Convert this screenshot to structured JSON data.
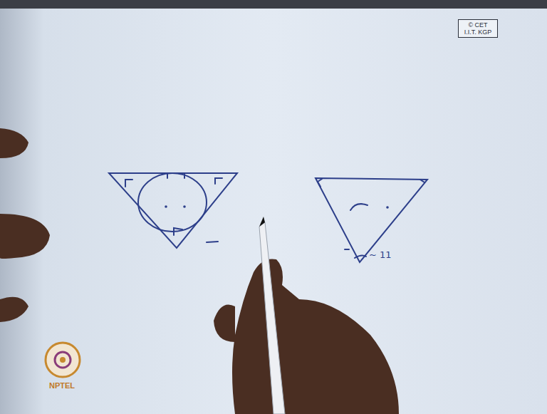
{
  "diagram": {
    "nodes": [
      {
        "text": [
          "© CET I.I.T. KGP"
        ]
      }
    ],
    "labels": [
      "~ 11",
      "NPTEL"
    ]
  }
}
